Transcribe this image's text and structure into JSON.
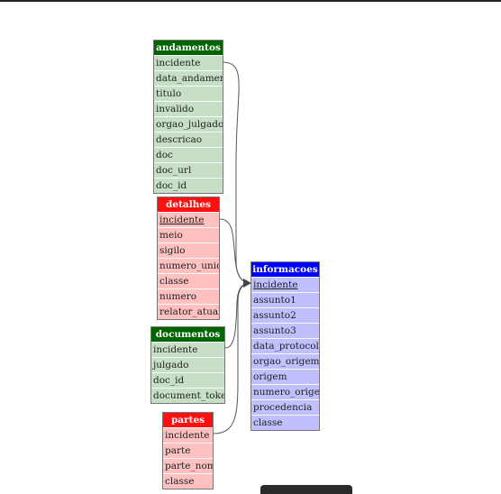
{
  "tables": [
    {
      "id": "andamentos",
      "name": "andamentos",
      "color": "#006400",
      "fields": [
        "incidente",
        "data_andamento",
        "titulo",
        "invalido",
        "orgao_julgador",
        "descricao",
        "doc",
        "doc_url",
        "doc_id"
      ]
    },
    {
      "id": "detalhes",
      "name": "detalhes",
      "color": "#ff1010",
      "fields": [
        "incidente",
        "meio",
        "sigilo",
        "numero_unico",
        "classe",
        "numero",
        "relator_atual"
      ]
    },
    {
      "id": "documentos",
      "name": "documentos",
      "color": "#006400",
      "fields": [
        "incidente",
        "julgado",
        "doc_id",
        "document_tokens"
      ]
    },
    {
      "id": "partes",
      "name": "partes",
      "color": "#ff1010",
      "fields": [
        "incidente",
        "parte",
        "parte_nome",
        "classe"
      ]
    },
    {
      "id": "informacoes",
      "name": "informacoes",
      "color": "#0000ff",
      "fields": [
        "incidente",
        "assunto1",
        "assunto2",
        "assunto3",
        "data_protocolo",
        "orgao_origem",
        "origem",
        "numero_origem",
        "procedencia",
        "classe"
      ]
    }
  ],
  "relations": [
    {
      "from": "andamentos.incidente",
      "to": "informacoes.incidente"
    },
    {
      "from": "detalhes.incidente",
      "to": "informacoes.incidente"
    },
    {
      "from": "documentos.incidente",
      "to": "informacoes.incidente"
    },
    {
      "from": "partes.incidente",
      "to": "informacoes.incidente"
    }
  ]
}
